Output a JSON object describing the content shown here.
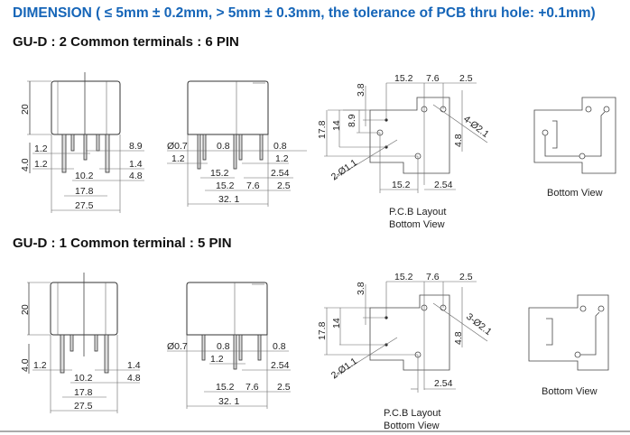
{
  "title": "DIMENSION ( ≤ 5mm ± 0.2mm, > 5mm ± 0.3mm, the tolerance of PCB thru hole: +0.1mm)",
  "sections": [
    {
      "heading": "GU-D : 2 Common terminals : 6 PIN",
      "front": {
        "h20": "20",
        "h40": "4.0",
        "a": "1.2",
        "b": "1.2",
        "c": "8.9",
        "d": "1.4",
        "e": "4.8",
        "f": "10.2",
        "g": "17.8",
        "w": "27.5"
      },
      "side": {
        "dia": "Ø0.7",
        "p1": "0.8",
        "p2": "0.8",
        "l1": "1.2",
        "r1": "1.2",
        "s1": "15.2",
        "s2": "2.54",
        "t1": "15.2",
        "t2": "7.6",
        "t3": "2.5",
        "w": "32. 1"
      },
      "pcb": {
        "a": "15.2",
        "b": "7.6",
        "c": "2.5",
        "v38": "3.8",
        "v89": "8.9",
        "v14": "14",
        "v178": "17.8",
        "big": "4-Ø2.1",
        "v48": "4.8",
        "small": "2-Ø1.1",
        "d": "15.2",
        "e": "2.54",
        "cap1": "P.C.B Layout",
        "cap2": "Bottom View"
      },
      "bottom_view": "Bottom View"
    },
    {
      "heading": "GU-D : 1 Common terminal : 5 PIN",
      "front": {
        "h20": "20",
        "h40": "4.0",
        "a": "1.2",
        "d": "1.4",
        "f": "10.2",
        "e": "4.8",
        "g": "17.8",
        "w": "27.5"
      },
      "side": {
        "dia": "Ø0.7",
        "p1": "0.8",
        "p2": "0.8",
        "l1": "1.2",
        "s2": "2.54",
        "t1": "15.2",
        "t2": "7.6",
        "t3": "2.5",
        "w": "32. 1"
      },
      "pcb": {
        "a": "15.2",
        "b": "7.6",
        "c": "2.5",
        "v38": "3.8",
        "v14": "14",
        "v178": "17.8",
        "big": "3-Ø2.1",
        "v48": "4.8",
        "small": "2-Ø1.1",
        "e": "2.54",
        "cap1": "P.C.B Layout",
        "cap2": "Bottom View"
      },
      "bottom_view": "Bottom View"
    }
  ]
}
